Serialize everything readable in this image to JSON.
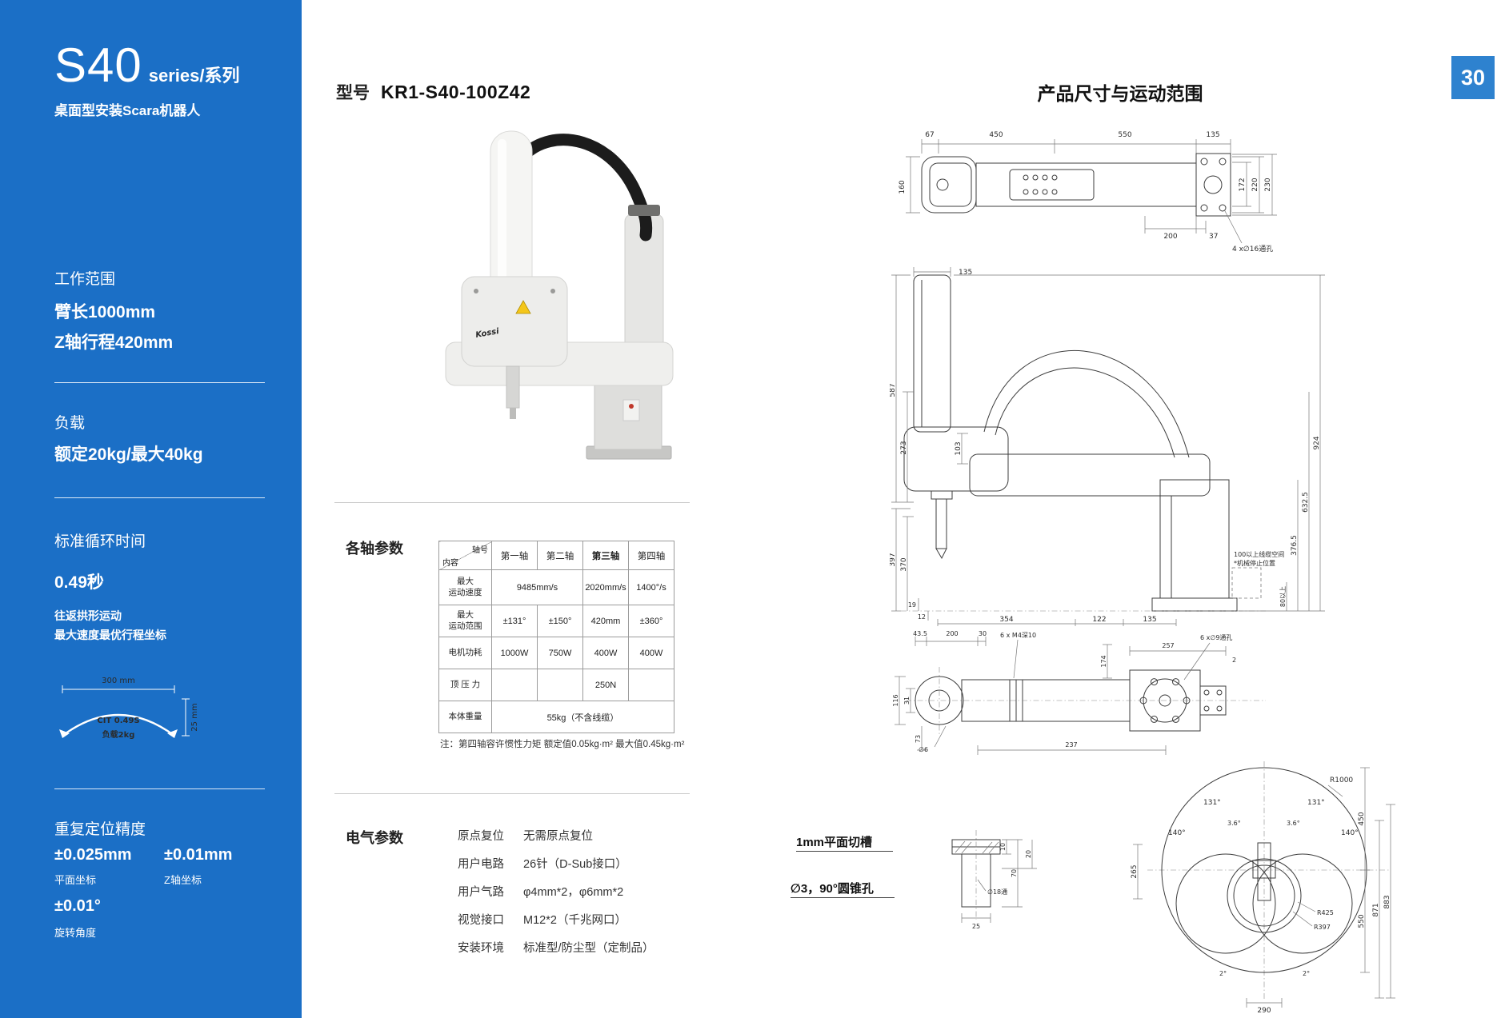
{
  "page_badge": "30",
  "sidebar": {
    "series": "S40",
    "series_suffix": "series/系列",
    "subtitle": "桌面型安装Scara机器人",
    "work_range_title": "工作范围",
    "arm_length": "臂长1000mm",
    "z_stroke": "Z轴行程420mm",
    "load_title": "负载",
    "load_value": "额定20kg/最大40kg",
    "cycle_title": "标准循环时间",
    "cycle_value": "0.49秒",
    "cycle_note1": "往返拱形运动",
    "cycle_note2": "最大速度最优行程坐标",
    "cycle_width": "300 mm",
    "cycle_height": "25 mm",
    "cycle_cit": "CIT 0.49S",
    "cycle_load": "负载2kg",
    "precision_title": "重复定位精度",
    "precision_plane": "±0.025mm",
    "precision_plane_label": "平面坐标",
    "precision_z": "±0.01mm",
    "precision_z_label": "Z轴坐标",
    "precision_rot": "±0.01°",
    "precision_rot_label": "旋转角度"
  },
  "header": {
    "model_label": "型号",
    "model": "KR1-S40-100Z42",
    "drawing_title": "产品尺寸与运动范围"
  },
  "product": {
    "brand": "Kossi"
  },
  "axis_table": {
    "title": "各轴参数",
    "corner_top": "轴号",
    "corner_bottom": "内容",
    "cols": [
      "第一轴",
      "第二轴",
      "第三轴",
      "第四轴"
    ],
    "r1_label": "最大\n运动速度",
    "r1_v12": "9485mm/s",
    "r1_v3": "2020mm/s",
    "r1_v4": "1400°/s",
    "r2_label": "最大\n运动范围",
    "r2_v1": "±131°",
    "r2_v2": "±150°",
    "r2_v3": "420mm",
    "r2_v4": "±360°",
    "r3_label": "电机功耗",
    "r3_v1": "1000W",
    "r3_v2": "750W",
    "r3_v3": "400W",
    "r3_v4": "400W",
    "r4_label": "顶 压 力",
    "r4_v3": "250N",
    "r5_label": "本体重量",
    "r5_v": "55kg（不含线缆）",
    "note": "注：第四轴容许惯性力矩  额定值0.05kg·m²  最大值0.45kg·m²"
  },
  "electrical": {
    "title": "电气参数",
    "rows": [
      {
        "label": "原点复位",
        "value": "无需原点复位"
      },
      {
        "label": "用户电路",
        "value": "26针（D-Sub接口）"
      },
      {
        "label": "用户气路",
        "value": "φ4mm*2，φ6mm*2"
      },
      {
        "label": "视觉接口",
        "value": "M12*2（千兆网口）"
      },
      {
        "label": "安装环境",
        "value": "标准型/防尘型（定制品）"
      }
    ]
  },
  "drawings": {
    "top": {
      "dims": [
        "67",
        "450",
        "550",
        "135",
        "160",
        "172",
        "220",
        "230",
        "200",
        "37",
        "4 x∅16通孔"
      ]
    },
    "side": {
      "dims": [
        "135",
        "587",
        "273",
        "103",
        "370",
        "397",
        "19",
        "12",
        "354",
        "122",
        "135",
        "924",
        "632.5",
        "376.5",
        "80以上"
      ],
      "notes": [
        "100以上线缆空间",
        "*机械停止位置"
      ]
    },
    "bottom": {
      "dims": [
        "43.5",
        "200",
        "30",
        "174",
        "257",
        "2",
        "116",
        "31",
        "73",
        "237",
        "∅6"
      ],
      "notes": [
        "6 x M4深10",
        "6 x∅9通孔"
      ]
    },
    "section": {
      "dims": [
        "70",
        "10",
        "20",
        "25",
        "∅18通"
      ],
      "notes": [
        "1mm平面切槽",
        "∅3，90°圆锥孔"
      ]
    },
    "range": {
      "dims": [
        "R1000",
        "131°",
        "131°",
        "3.6°",
        "3.6°",
        "140°",
        "140°",
        "450",
        "550",
        "R425",
        "R397",
        "871",
        "883",
        "265",
        "290",
        "2°",
        "2°"
      ]
    }
  }
}
